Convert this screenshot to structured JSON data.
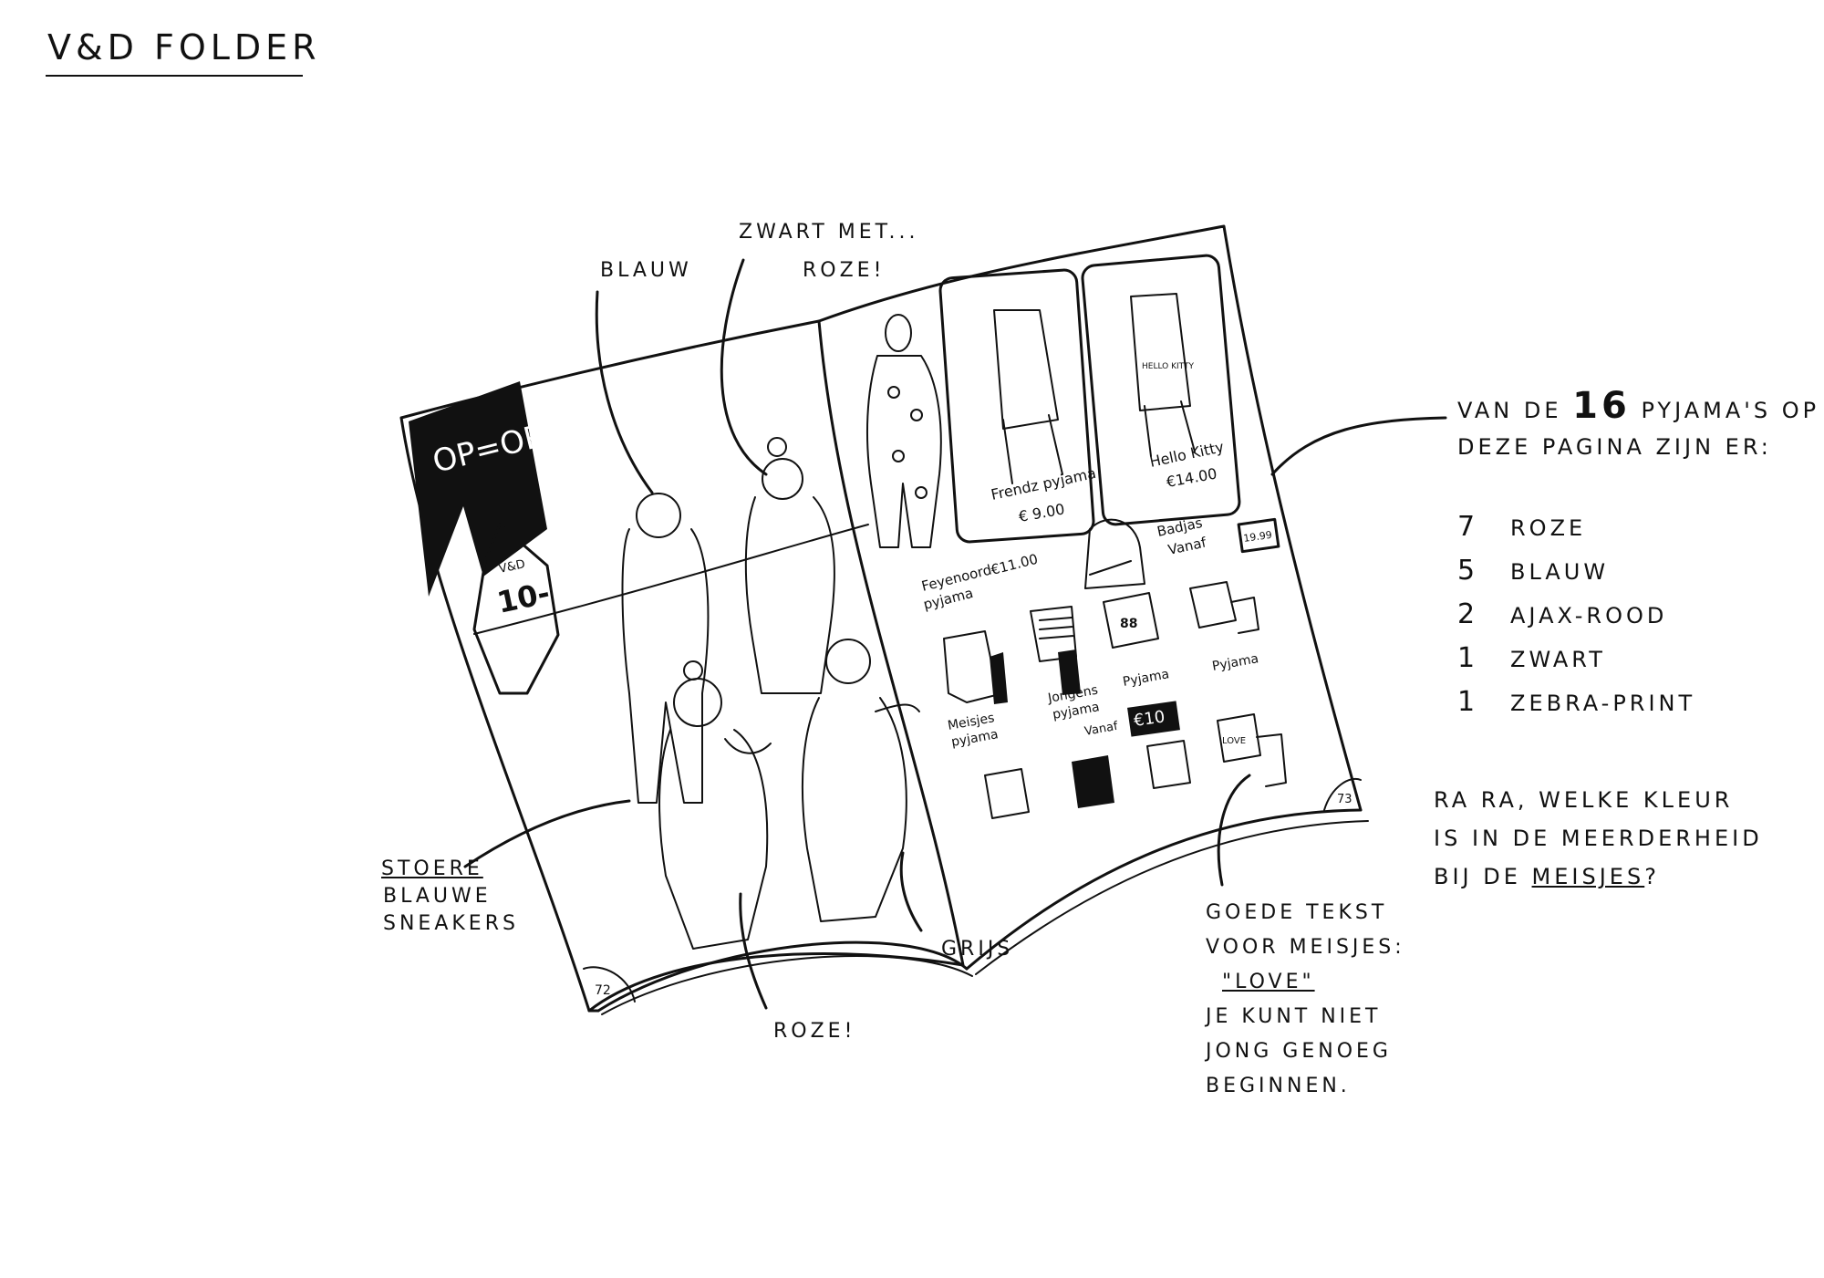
{
  "title": "V&D FOLDER",
  "annotations": {
    "blauw": "BLAUW",
    "zwart_line1": "ZWART MET...",
    "zwart_line2": "ROZE!",
    "stoere_line1": "STOERE",
    "stoere_line2": "BLAUWE",
    "stoere_line3": "SNEAKERS",
    "roze": "ROZE!",
    "grijs": "GRIJS"
  },
  "stats": {
    "intro_before": "VAN DE",
    "count_total": "16",
    "intro_after": "PYJAMA'S OP",
    "intro_line2": "DEZE PAGINA ZIJN ER:",
    "rows": [
      {
        "count": "7",
        "label": "ROZE"
      },
      {
        "count": "5",
        "label": "BLAUW"
      },
      {
        "count": "2",
        "label": "AJAX-ROOD"
      },
      {
        "count": "1",
        "label": "ZWART"
      },
      {
        "count": "1",
        "label": "ZEBRA-PRINT"
      }
    ]
  },
  "question": {
    "line1": "RA RA, WELKE KLEUR",
    "line2": "IS IN DE MEERDERHEID",
    "line3_before": "BIJ DE",
    "line3_underlined": "MEISJES",
    "line3_after": "?"
  },
  "goede_tekst": {
    "line1": "GOEDE TEKST",
    "line2": "VOOR MEISJES:",
    "quote": "\"LOVE\"",
    "line4": "JE KUNT NIET",
    "line5": "JONG GENOEG",
    "line6": "BEGINNEN."
  },
  "folder": {
    "banner": "OP=OP",
    "tag_brand": "V&D",
    "tag_price": "10-",
    "page_left": "72",
    "page_right": "73",
    "items": {
      "frendz_name": "Frendz pyjama",
      "frendz_price": "€ 9.00",
      "hello_kitty_name": "Hello Kitty",
      "hello_kitty_price": "€14.00",
      "hello_kitty_print": "HELLO KITTY",
      "feyenoord_line1": "Feyenoord",
      "feyenoord_line2": "pyjama",
      "feyenoord_price": "€11.00",
      "badjas_line1": "Badjas",
      "badjas_line2": "Vanaf",
      "badjas_price": "19.99",
      "meisjes_line1": "Meisjes",
      "meisjes_line2": "pyjama",
      "jongens_line1": "Jongens",
      "jongens_line2": "pyjama",
      "pyjama_1": "Pyjama",
      "pyjama_2": "Pyjama",
      "vanaf": "Vanaf",
      "price_10": "€10",
      "shirt_number": "88",
      "love_print": "LOVE"
    }
  }
}
